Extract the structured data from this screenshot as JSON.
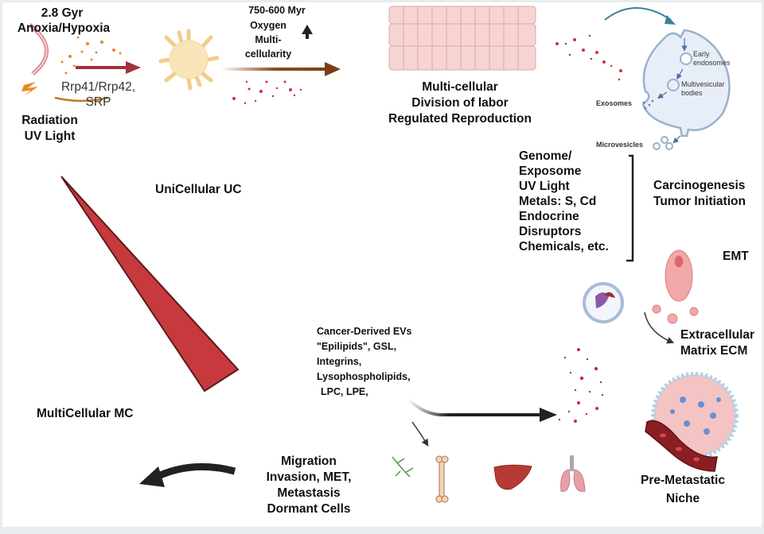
{
  "top": {
    "gyr": "2.8 Gyr",
    "anoxia": "Anoxia/Hypoxia",
    "myr": "750-600 Myr",
    "oxygen": "Oxygen",
    "multi": "Multi-",
    "cellularity": "cellularity",
    "rrp": "Rrp41/Rrp42,",
    "srp": "SRP",
    "radiation": "Radiation",
    "uv": "UV Light",
    "mc_line1": "Multi-cellular",
    "mc_line2": "Division of labor",
    "mc_line3": "Regulated Reproduction"
  },
  "cell": {
    "early": "Early",
    "endosomes": "endosomes",
    "multivesicular": "Multivesicular",
    "bodies": "bodies",
    "exosomes": "Exosomes",
    "microvesicles": "Microvesicles"
  },
  "left": {
    "unicellular": "UniCellular UC",
    "multicellular": "MultiCellular MC"
  },
  "exposome": [
    "Genome/",
    "Exposome",
    "UV Light",
    "Metals: S, Cd",
    "Endocrine",
    "Disruptors",
    "Chemicals, etc."
  ],
  "carcinogenesis": [
    "Carcinogenesis",
    "Tumor Initiation"
  ],
  "emt": "EMT",
  "ecm": [
    "Extracellular",
    "Matrix ECM"
  ],
  "evs": [
    "Cancer-Derived EVs",
    "\"Epilipids\", GSL,",
    "Integrins,",
    "Lysophospholipids,",
    "LPC, LPE,"
  ],
  "migration": [
    "Migration",
    "Invasion, MET,",
    "Metastasis",
    "Dormant Cells"
  ],
  "niche": [
    "Pre-Metastatic",
    "Niche"
  ],
  "colors": {
    "triangle": "#c7393c",
    "arrow_red": "#a3313a",
    "arrow_brown": "#8a4a1f",
    "cell_fill": "#e8eef8",
    "cell_stroke": "#9bb0cc"
  }
}
